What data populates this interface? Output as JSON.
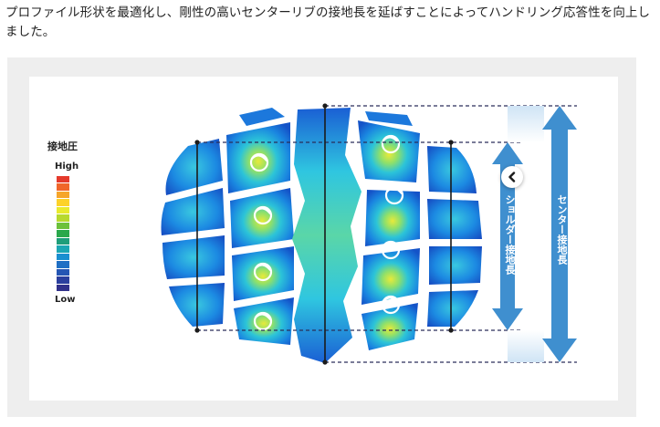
{
  "intro": {
    "text": "プロファイル形状を最適化し、剛性の高いセンターリブの接地長を延ばすことによってハンドリング応答性を向上しました。"
  },
  "legend": {
    "title": "接地圧",
    "high_label": "High",
    "low_label": "Low",
    "colors": [
      "#e53a2c",
      "#f0662a",
      "#f6a52a",
      "#fdd22a",
      "#e9ea2d",
      "#b7d92e",
      "#6cc13a",
      "#2aa84c",
      "#1f9e7a",
      "#1ca7b3",
      "#1a8fd0",
      "#1f6fc4",
      "#2556b4",
      "#2b3f9e",
      "#30308a"
    ]
  },
  "annotations": {
    "shoulder_label": "ショルダー接地長",
    "center_label": "センター接地長"
  },
  "colors": {
    "arrow": "#3f8fcf",
    "arrow_band": "#d6e8f6",
    "tread_low": "#1565d8",
    "tread_mid": "#2cc4d8",
    "tread_high": "#e8ea3a"
  },
  "navigation": {
    "prev_icon": "chevron-left-icon"
  }
}
